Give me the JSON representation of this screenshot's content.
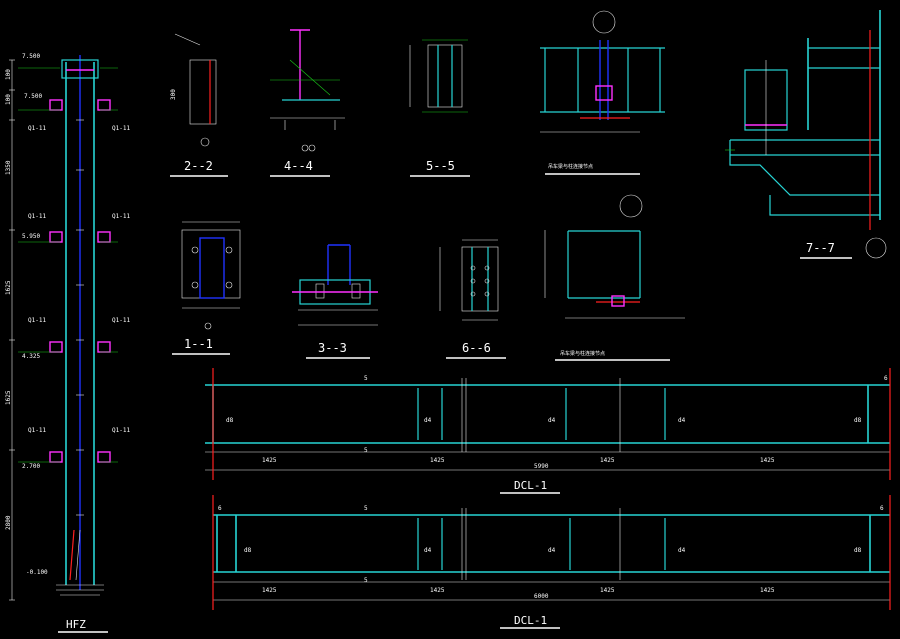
{
  "drawing": {
    "sections": {
      "s22": "2--2",
      "s44": "4--4",
      "s55": "5--5",
      "s77": "7--7",
      "s11": "1--1",
      "s33": "3--3",
      "s66": "6--6"
    },
    "beam_label": "DCL-1",
    "beam_label_2": "DCL-1",
    "column_label": "HFZ",
    "beam_cut_marks": {
      "five": "5",
      "six": "6"
    },
    "dim_spans": [
      "1425",
      "1425",
      "1425",
      "1425"
    ],
    "beam1_total": "5990",
    "beam2_total": "6000",
    "elevations": [
      "7.500",
      "7.500",
      "5.950",
      "4.325",
      "2.700",
      "-0.100"
    ],
    "column_dims": [
      "100",
      "100",
      "1350",
      "1625",
      "1625",
      "2800"
    ],
    "beam_mark": "d4",
    "beam_mark_end": "d8",
    "gusset": "Q1-11",
    "node_note_1": "吊车梁与柱连接节点",
    "node_note_2": "吊车梁与柱连接节点",
    "colors": {
      "background": "#000000",
      "cyan": "#27d4d4",
      "white": "#e8e8e8",
      "green": "#19c819",
      "blue": "#1f32ff",
      "red": "#ff2020",
      "magenta": "#ff30ff"
    }
  }
}
